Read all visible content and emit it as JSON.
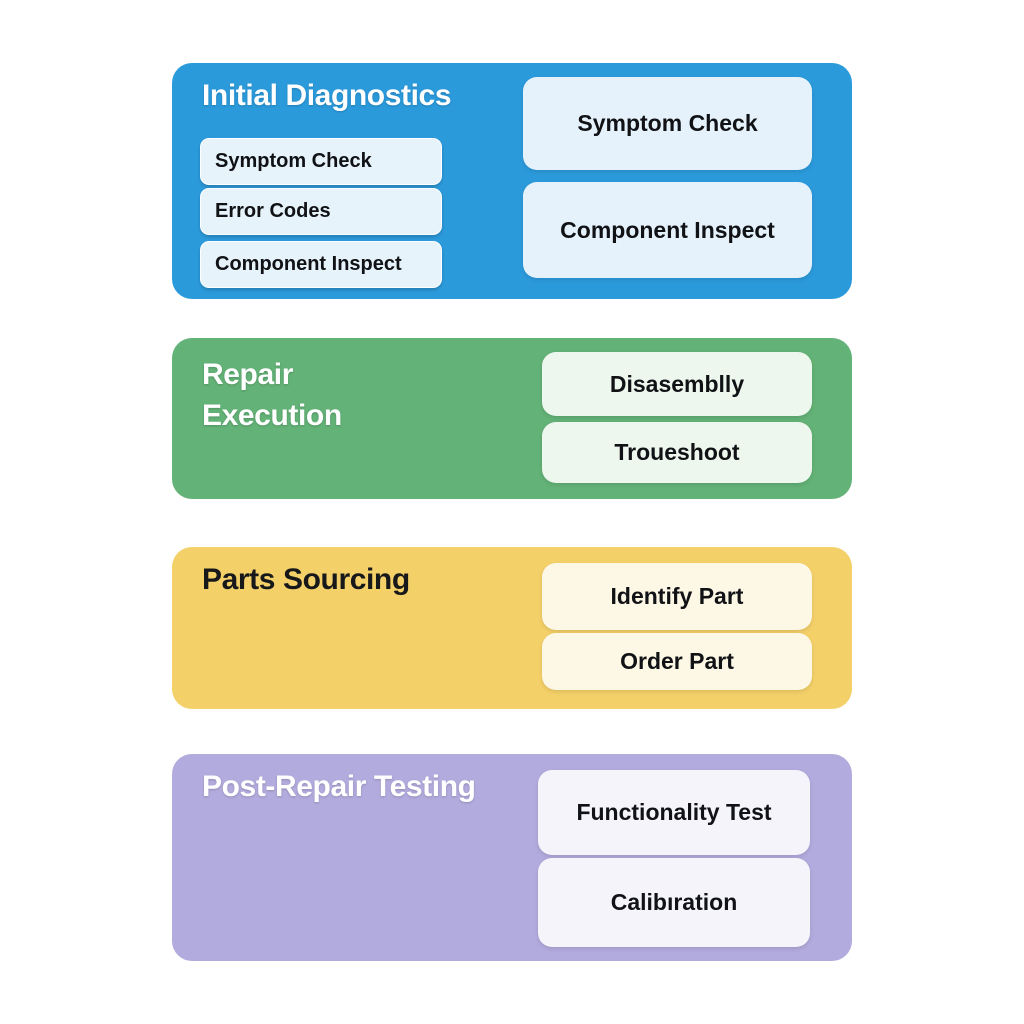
{
  "canvas": {
    "background": "#ffffff"
  },
  "stages": [
    {
      "title": "Initial Diagnostics",
      "accent_color": "#2b9adb",
      "chip_bg_color": "#e7f3fb",
      "node_bg_color": "#e6f2fb",
      "title_color": "#ffffff",
      "chips": [
        "Symptom Check",
        "Error Codes",
        "Component Inspect"
      ],
      "nodes": [
        "Symptom Check",
        "Component Inspect"
      ]
    },
    {
      "title": "Repair Execution",
      "accent_color": "#63b277",
      "node_bg_color": "#eef7ee",
      "title_color": "#ffffff",
      "nodes": [
        "Disasemblly",
        "Troueshoot"
      ]
    },
    {
      "title": "Parts Sourcing",
      "accent_color": "#f4d069",
      "node_bg_color": "#fdf8e6",
      "title_color": "#17181a",
      "nodes": [
        "Identify Part",
        "Order Part"
      ]
    },
    {
      "title": "Post-Repair Testing",
      "accent_color": "#b2abdd",
      "node_bg_color": "#f5f4fb",
      "title_color": "#ffffff",
      "nodes": [
        "Functionality Test",
        "Calibıration"
      ]
    }
  ]
}
